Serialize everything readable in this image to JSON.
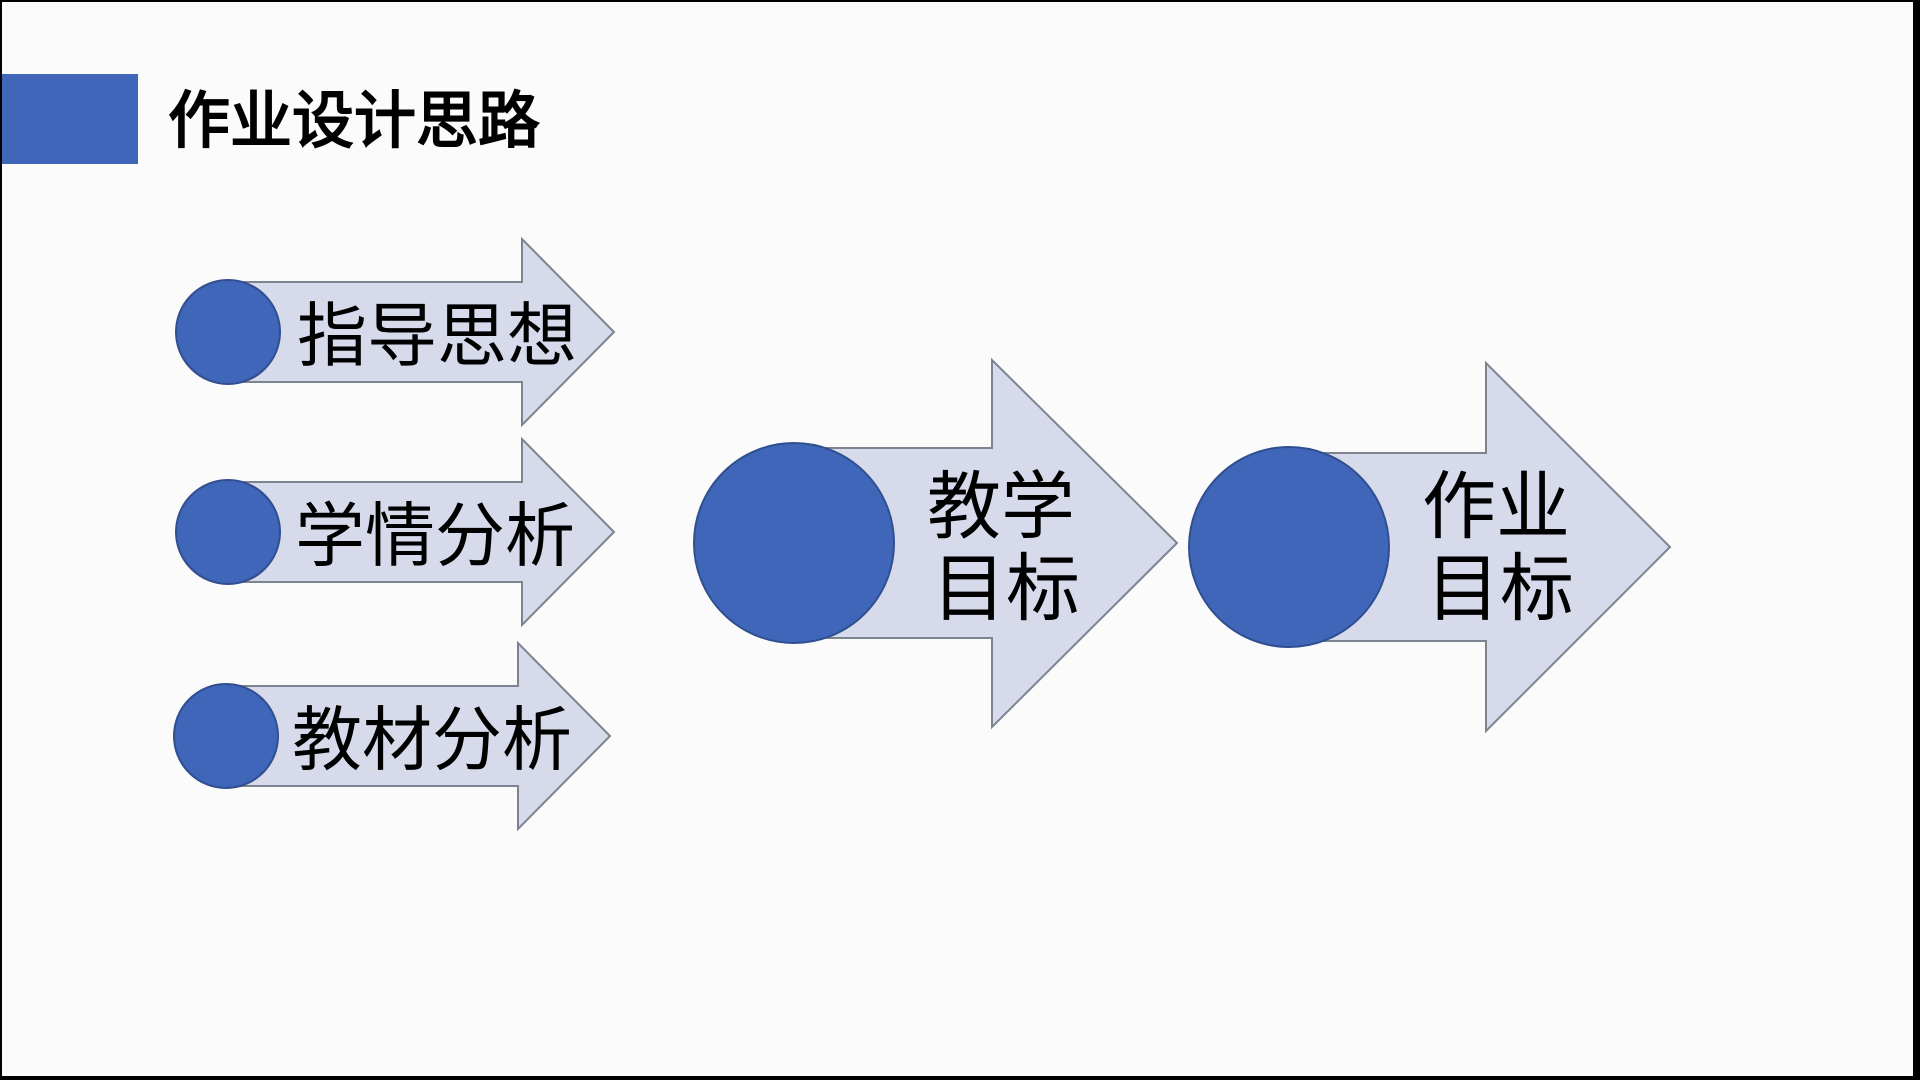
{
  "slide": {
    "title": "作业设计思路",
    "accent_color": "#3F66B8"
  },
  "diagram": {
    "type": "process-flow",
    "inputs": [
      {
        "label": "指导思想",
        "icon": "blue-circle"
      },
      {
        "label": "学情分析",
        "icon": "blue-circle"
      },
      {
        "label": "教材分析",
        "icon": "blue-circle"
      }
    ],
    "steps": [
      {
        "label_line1": "教学",
        "label_line2": "目标",
        "icon": "blue-circle"
      },
      {
        "label_line1": "作业",
        "label_line2": "目标",
        "icon": "blue-circle"
      }
    ],
    "colors": {
      "arrow_fill": "#D6DAEA",
      "arrow_stroke": "#7E8390",
      "circle_fill": "#3F66B8",
      "circle_stroke": "#2F4F8F"
    }
  }
}
